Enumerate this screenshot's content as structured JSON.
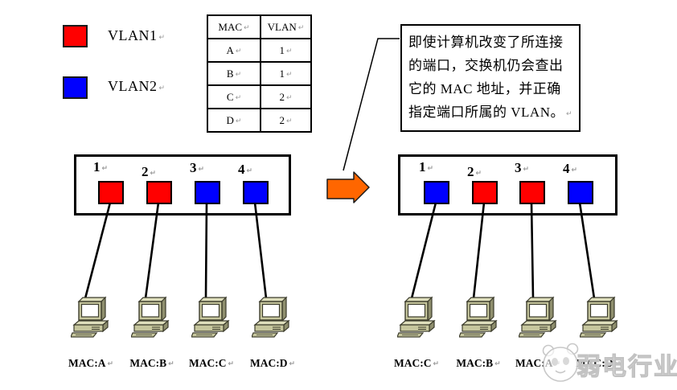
{
  "legend": {
    "items": [
      {
        "label": "VLAN1",
        "color": "#ff0000"
      },
      {
        "label": "VLAN2",
        "color": "#0000ff"
      }
    ]
  },
  "return_mark": "↵",
  "mac_table": {
    "headers": {
      "mac": "MAC",
      "vlan": "VLAN"
    },
    "rows": [
      {
        "mac": "A",
        "vlan": "1"
      },
      {
        "mac": "B",
        "vlan": "1"
      },
      {
        "mac": "C",
        "vlan": "2"
      },
      {
        "mac": "D",
        "vlan": "2"
      }
    ]
  },
  "callout": {
    "text": "即使计算机改变了所连接的端口，交换机仍会查出它的 MAC 地址，并正确指定端口所属的 VLAN。"
  },
  "switch_left": {
    "ports": [
      {
        "number": "1",
        "color": "#ff0000"
      },
      {
        "number": "2",
        "color": "#ff0000"
      },
      {
        "number": "3",
        "color": "#0000ff"
      },
      {
        "number": "4",
        "color": "#0000ff"
      }
    ]
  },
  "switch_right": {
    "ports": [
      {
        "number": "1",
        "color": "#0000ff"
      },
      {
        "number": "2",
        "color": "#ff0000"
      },
      {
        "number": "3",
        "color": "#ff0000"
      },
      {
        "number": "4",
        "color": "#0000ff"
      }
    ]
  },
  "hosts_left": [
    {
      "label": "MAC:A"
    },
    {
      "label": "MAC:B"
    },
    {
      "label": "MAC:C"
    },
    {
      "label": "MAC:D"
    }
  ],
  "hosts_right": [
    {
      "label": "MAC:C"
    },
    {
      "label": "MAC:B"
    },
    {
      "label": "MAC:A"
    },
    {
      "label": "MAC:D"
    }
  ],
  "watermark": {
    "text": "弱电行业网"
  },
  "colors": {
    "vlan1_red": "#ff0000",
    "vlan2_blue": "#0000ff",
    "arrow_orange": "#ff6600",
    "watermark_gray": "#c4c4c4"
  }
}
